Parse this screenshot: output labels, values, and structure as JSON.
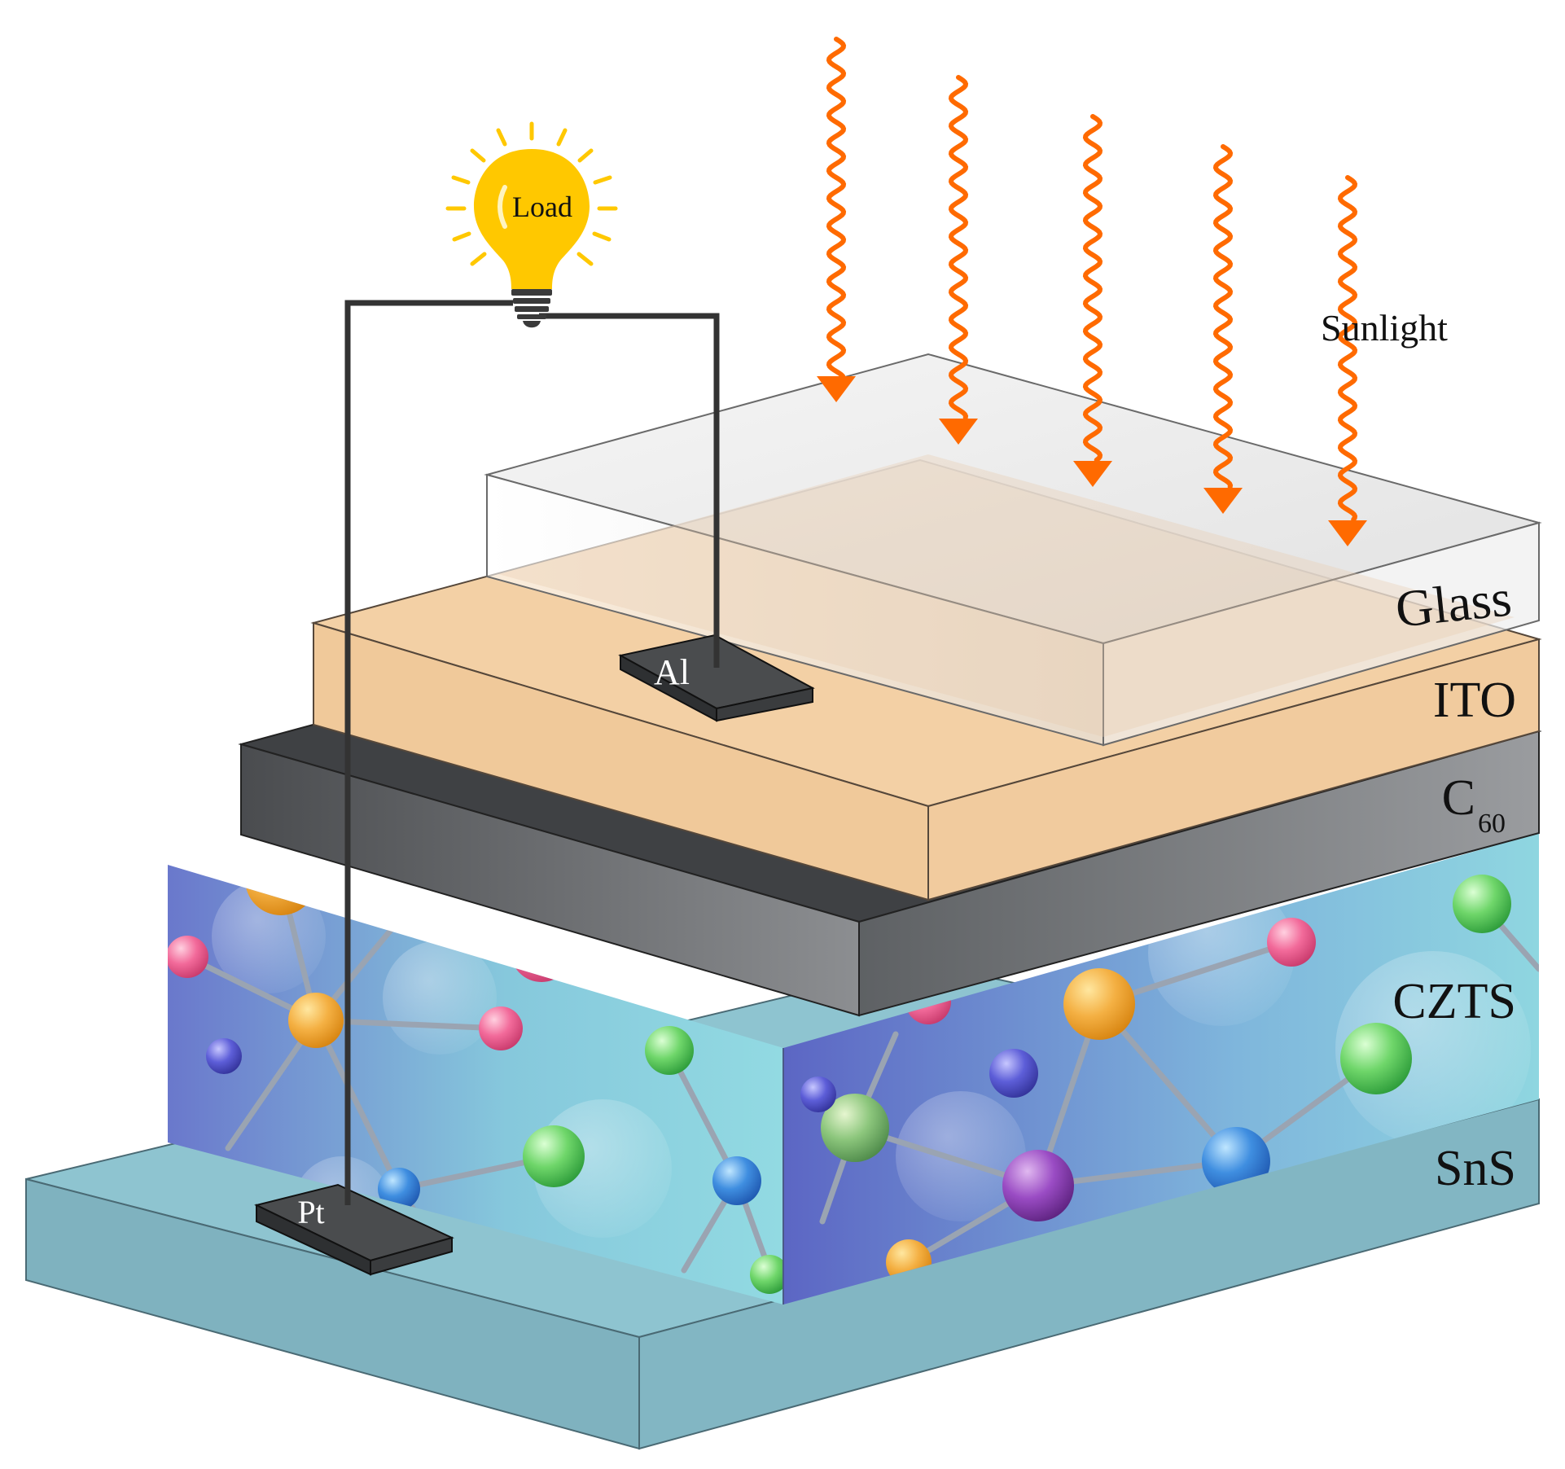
{
  "labels": {
    "sunlight": "Sunlight",
    "load": "Load",
    "glass": "Glass",
    "ito": "ITO",
    "c60_main": "C",
    "c60_sub": "60",
    "czts": "CZTS",
    "sns": "SnS",
    "al": "Al",
    "pt": "Pt"
  },
  "colors": {
    "sunlight_ray": "#ff6a00",
    "bulb": "#ffc800",
    "wire": "#333333",
    "glass": "#ececec",
    "ito": "#f0c99a",
    "c60": "#5a5d60",
    "czts_light": "#8ed6e0",
    "czts_dark": "#6a6fc8",
    "sns": "#80b4c2",
    "electrode": "#3a3c3e"
  }
}
